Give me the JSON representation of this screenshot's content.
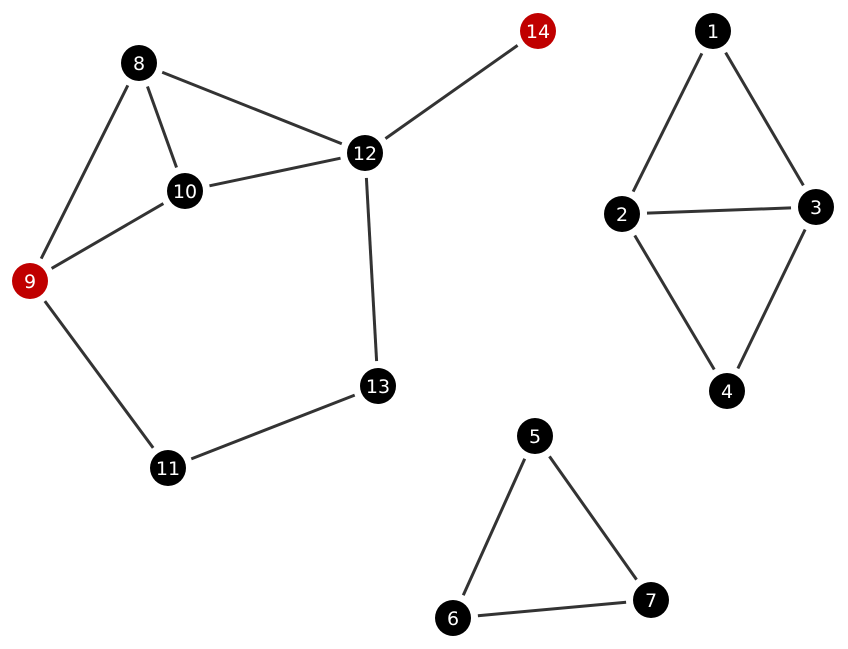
{
  "graph": {
    "nodes": [
      {
        "id": "1",
        "label": "1",
        "color": "#000000"
      },
      {
        "id": "2",
        "label": "2",
        "color": "#000000"
      },
      {
        "id": "3",
        "label": "3",
        "color": "#000000"
      },
      {
        "id": "4",
        "label": "4",
        "color": "#000000"
      },
      {
        "id": "5",
        "label": "5",
        "color": "#000000"
      },
      {
        "id": "6",
        "label": "6",
        "color": "#000000"
      },
      {
        "id": "7",
        "label": "7",
        "color": "#000000"
      },
      {
        "id": "8",
        "label": "8",
        "color": "#000000"
      },
      {
        "id": "9",
        "label": "9",
        "color": "#c00000"
      },
      {
        "id": "10",
        "label": "10",
        "color": "#000000"
      },
      {
        "id": "11",
        "label": "11",
        "color": "#000000"
      },
      {
        "id": "12",
        "label": "12",
        "color": "#000000"
      },
      {
        "id": "13",
        "label": "13",
        "color": "#000000"
      },
      {
        "id": "14",
        "label": "14",
        "color": "#c00000"
      }
    ],
    "edges": [
      [
        "1",
        "2"
      ],
      [
        "1",
        "3"
      ],
      [
        "2",
        "3"
      ],
      [
        "2",
        "4"
      ],
      [
        "3",
        "4"
      ],
      [
        "5",
        "6"
      ],
      [
        "5",
        "7"
      ],
      [
        "6",
        "7"
      ],
      [
        "8",
        "9"
      ],
      [
        "8",
        "10"
      ],
      [
        "8",
        "12"
      ],
      [
        "10",
        "12"
      ],
      [
        "9",
        "10"
      ],
      [
        "9",
        "11"
      ],
      [
        "11",
        "13"
      ],
      [
        "12",
        "13"
      ],
      [
        "12",
        "14"
      ]
    ],
    "edge_color": "#333333"
  }
}
